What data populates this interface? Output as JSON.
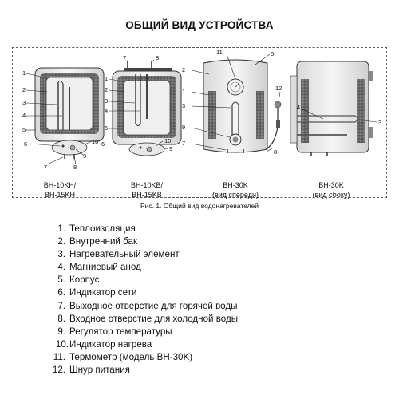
{
  "document": {
    "title": "ОБЩИЙ ВИД УСТРОЙСТВА",
    "figure_caption": "Рис. 1. Общий вид водонагревателей",
    "models": [
      {
        "line1": "BH-10KH/",
        "line2": "BH-15KH"
      },
      {
        "line1": "BH-10KB/",
        "line2": "BH-15KB"
      },
      {
        "line1": "BH-30K",
        "line2": "(вид спереди)"
      },
      {
        "line1": "BH-30K",
        "line2": "(вид сбоку)"
      }
    ],
    "callouts": [
      "1",
      "2",
      "3",
      "4",
      "5",
      "6",
      "7",
      "8",
      "9",
      "10",
      "11",
      "12"
    ],
    "legend": [
      {
        "num": "1.",
        "text": "Теплоизоляция"
      },
      {
        "num": "2.",
        "text": "Внутренний бак"
      },
      {
        "num": "3.",
        "text": "Нагревательный элемент"
      },
      {
        "num": "4.",
        "text": "Магниевый анод"
      },
      {
        "num": "5.",
        "text": "Корпус"
      },
      {
        "num": "6.",
        "text": "Индикатор сети"
      },
      {
        "num": "7.",
        "text": "Выходное отверстие для горячей воды"
      },
      {
        "num": "8.",
        "text": "Входное отверстие для холодной воды"
      },
      {
        "num": "9.",
        "text": "Регулятор температуры"
      },
      {
        "num": "10.",
        "text": "Индикатор нагрева"
      },
      {
        "num": "11.",
        "text": "Термометр (модель BH-30K)"
      },
      {
        "num": "12.",
        "text": "Шнур питания"
      }
    ]
  }
}
